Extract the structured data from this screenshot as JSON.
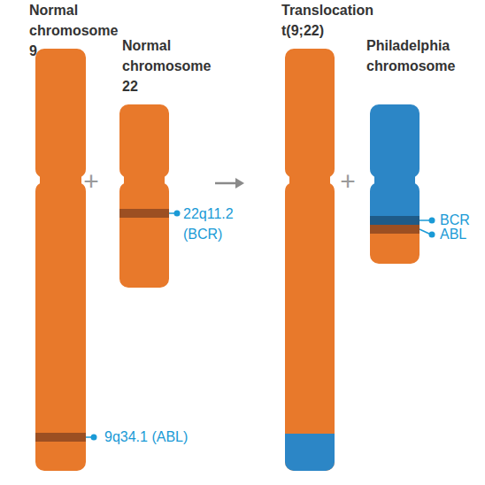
{
  "diagram": {
    "nodes": [
      {
        "text": [
          "Normal chromosome 9"
        ]
      },
      {
        "text": [
          "Normal chromosome 22"
        ]
      },
      {
        "text": [
          "Translocation t(9;22)"
        ]
      },
      {
        "text": [
          "Philadelphia chromosome"
        ]
      }
    ],
    "labels": [
      "+",
      "22q11.2 (BCR)",
      "9q34.1 (ABL)",
      "+",
      "BCR",
      "ABL"
    ]
  }
}
